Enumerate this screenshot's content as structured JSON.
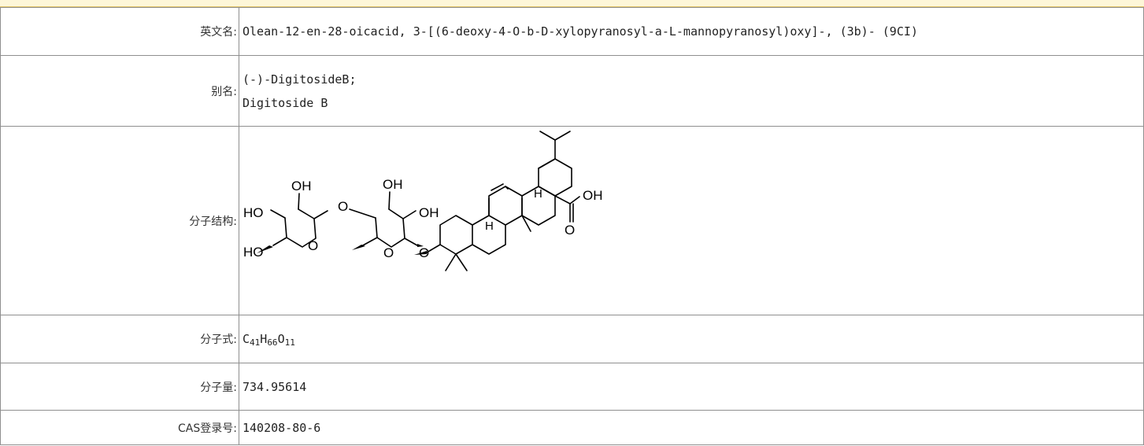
{
  "rows": {
    "english_name": {
      "label": "英文名:",
      "value": "Olean-12-en-28-oicacid, 3-[(6-deoxy-4-O-b-D-xylopyranosyl-a-L-mannopyranosyl)oxy]-, (3b)- (9CI)"
    },
    "alias": {
      "label": "别名:",
      "values": [
        "(-)-DigitosideB;",
        "Digitoside B"
      ]
    },
    "structure": {
      "label": "分子结构:",
      "atoms": {
        "oh": "OH",
        "ho": "HO",
        "o": "O",
        "h": "H"
      }
    },
    "formula": {
      "label": "分子式:",
      "c": "C",
      "c_n": "41",
      "h": "H",
      "h_n": "66",
      "o": "O",
      "o_n": "11"
    },
    "weight": {
      "label": "分子量:",
      "value": "734.95614"
    },
    "cas": {
      "label": "CAS登录号:",
      "value": "140208-80-6"
    }
  }
}
